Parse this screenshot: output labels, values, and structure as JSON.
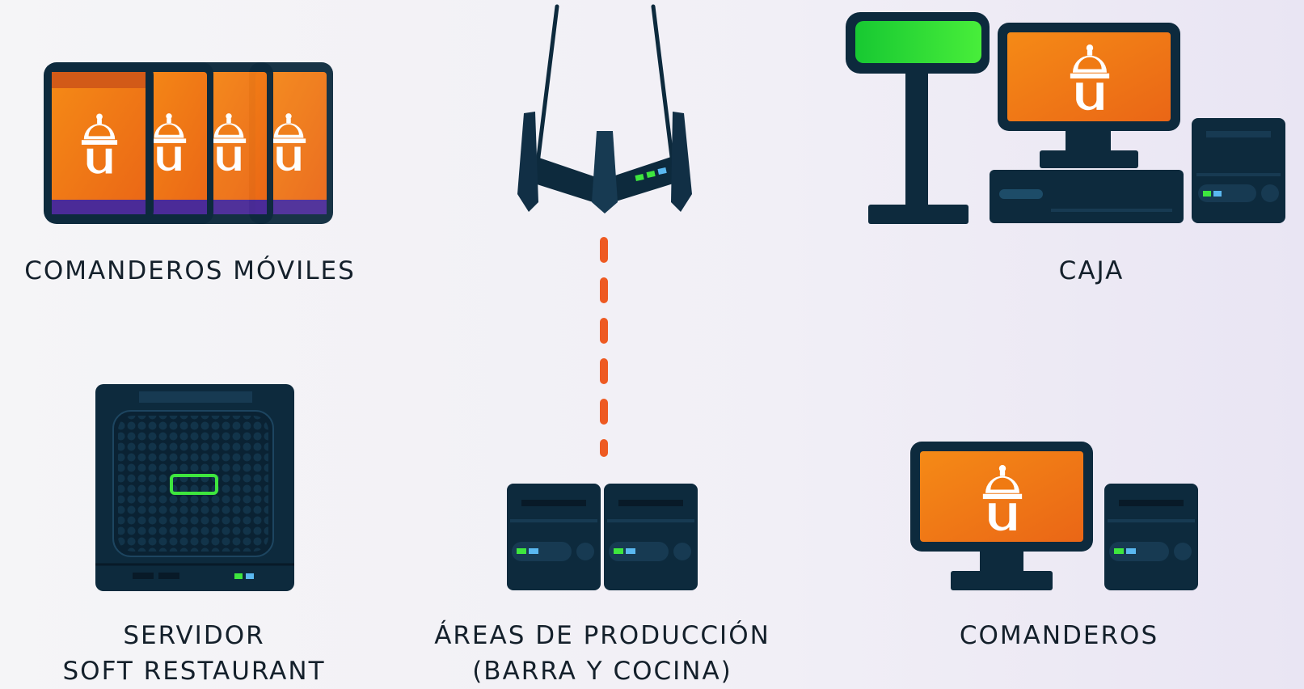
{
  "nodes": {
    "mobile": {
      "label": "COMANDEROS MÓVILES"
    },
    "caja": {
      "label": "CAJA"
    },
    "servidor": {
      "line1": "SERVIDOR",
      "line2": "SOFT RESTAURANT"
    },
    "produccion": {
      "line1": "ÁREAS DE PRODUCCIÓN",
      "line2": "(BARRA Y COCINA)"
    },
    "comanderos": {
      "label": "COMANDEROS"
    }
  },
  "colors": {
    "device_dark": "#0d2a3d",
    "screen_orange": "#f07a12",
    "link_orange": "#f26a2a",
    "led_green": "#3ee63e",
    "led_blue": "#5ab8f0",
    "display_green": "#26d43a",
    "tablet_purple": "#4b2b98"
  },
  "icons": [
    "tablet-icon",
    "router-icon",
    "pos-terminal-icon",
    "server-icon",
    "printer-icon",
    "monitor-icon",
    "logo-icon"
  ]
}
